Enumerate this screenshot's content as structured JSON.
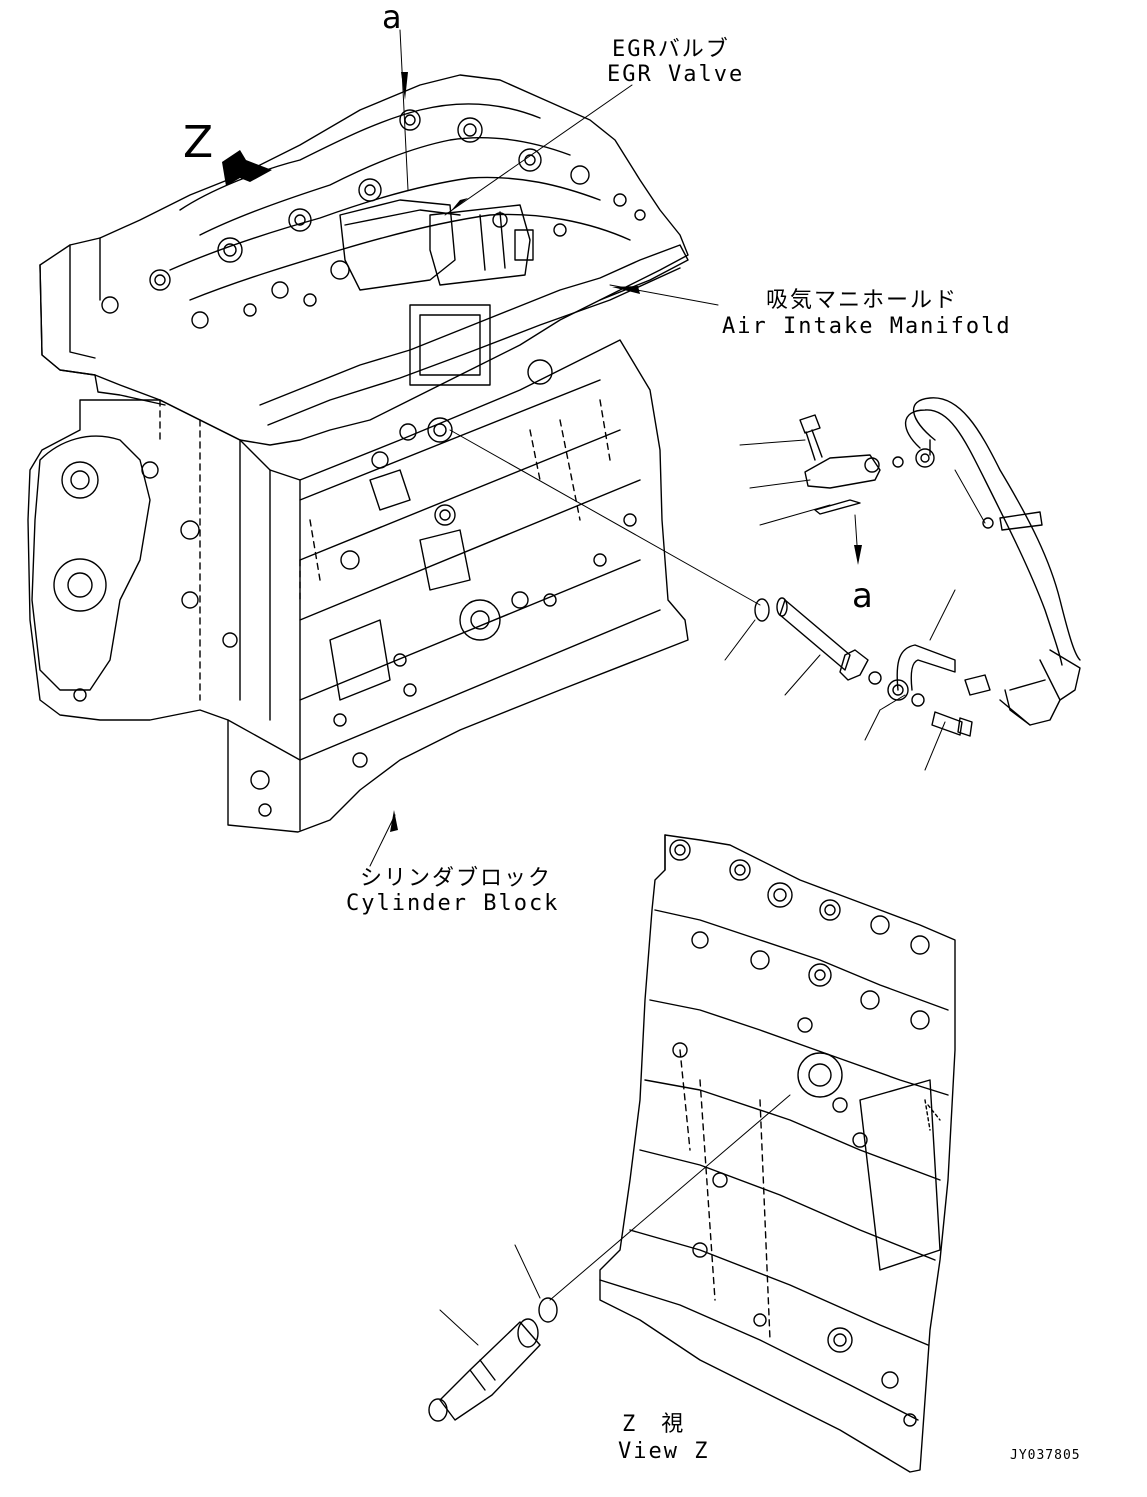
{
  "labels": {
    "callout_a_top": "a",
    "callout_a_right": "a",
    "view_marker": "Z",
    "egr_jp": "EGRバルブ",
    "egr_en": "EGR Valve",
    "intake_jp": "吸気マニホールド",
    "intake_en": "Air Intake Manifold",
    "block_jp": "シリンダブロック",
    "block_en": "Cylinder Block",
    "viewz_jp": "Z　視",
    "viewz_en": "View Z",
    "drawing_no": "JY037805"
  },
  "colors": {
    "line": "#000000",
    "background": "#ffffff"
  }
}
